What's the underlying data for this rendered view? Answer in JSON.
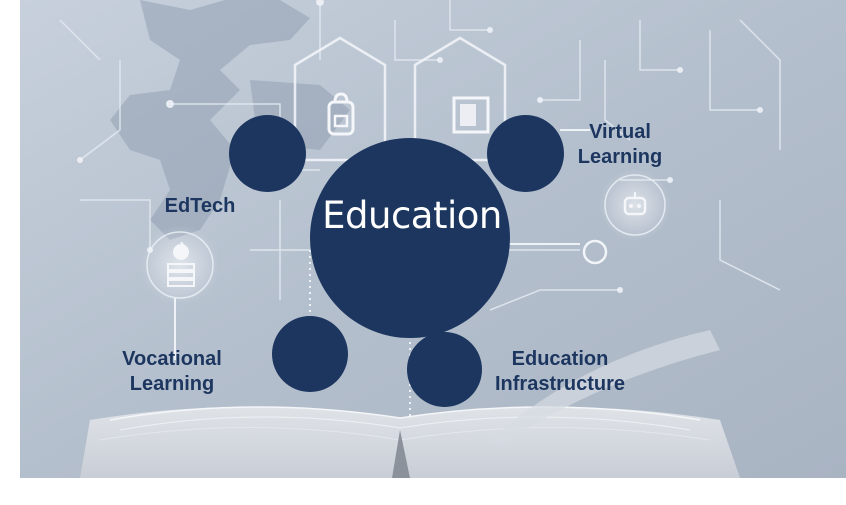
{
  "diagram": {
    "center": "Education",
    "branches": [
      {
        "label_line1": "EdTech",
        "label_line2": ""
      },
      {
        "label_line1": "Virtual",
        "label_line2": "Learning"
      },
      {
        "label_line1": "Vocational",
        "label_line2": "Learning"
      },
      {
        "label_line1": "Education",
        "label_line2": "Infrastructure"
      }
    ]
  },
  "colors": {
    "node": "#1c365f",
    "label": "#1c365f",
    "background": "#b9c3d0",
    "circuit": "#e6ecf3"
  },
  "icons": [
    "backpack-icon",
    "book-icon",
    "robot-icon",
    "apple-books-icon"
  ]
}
